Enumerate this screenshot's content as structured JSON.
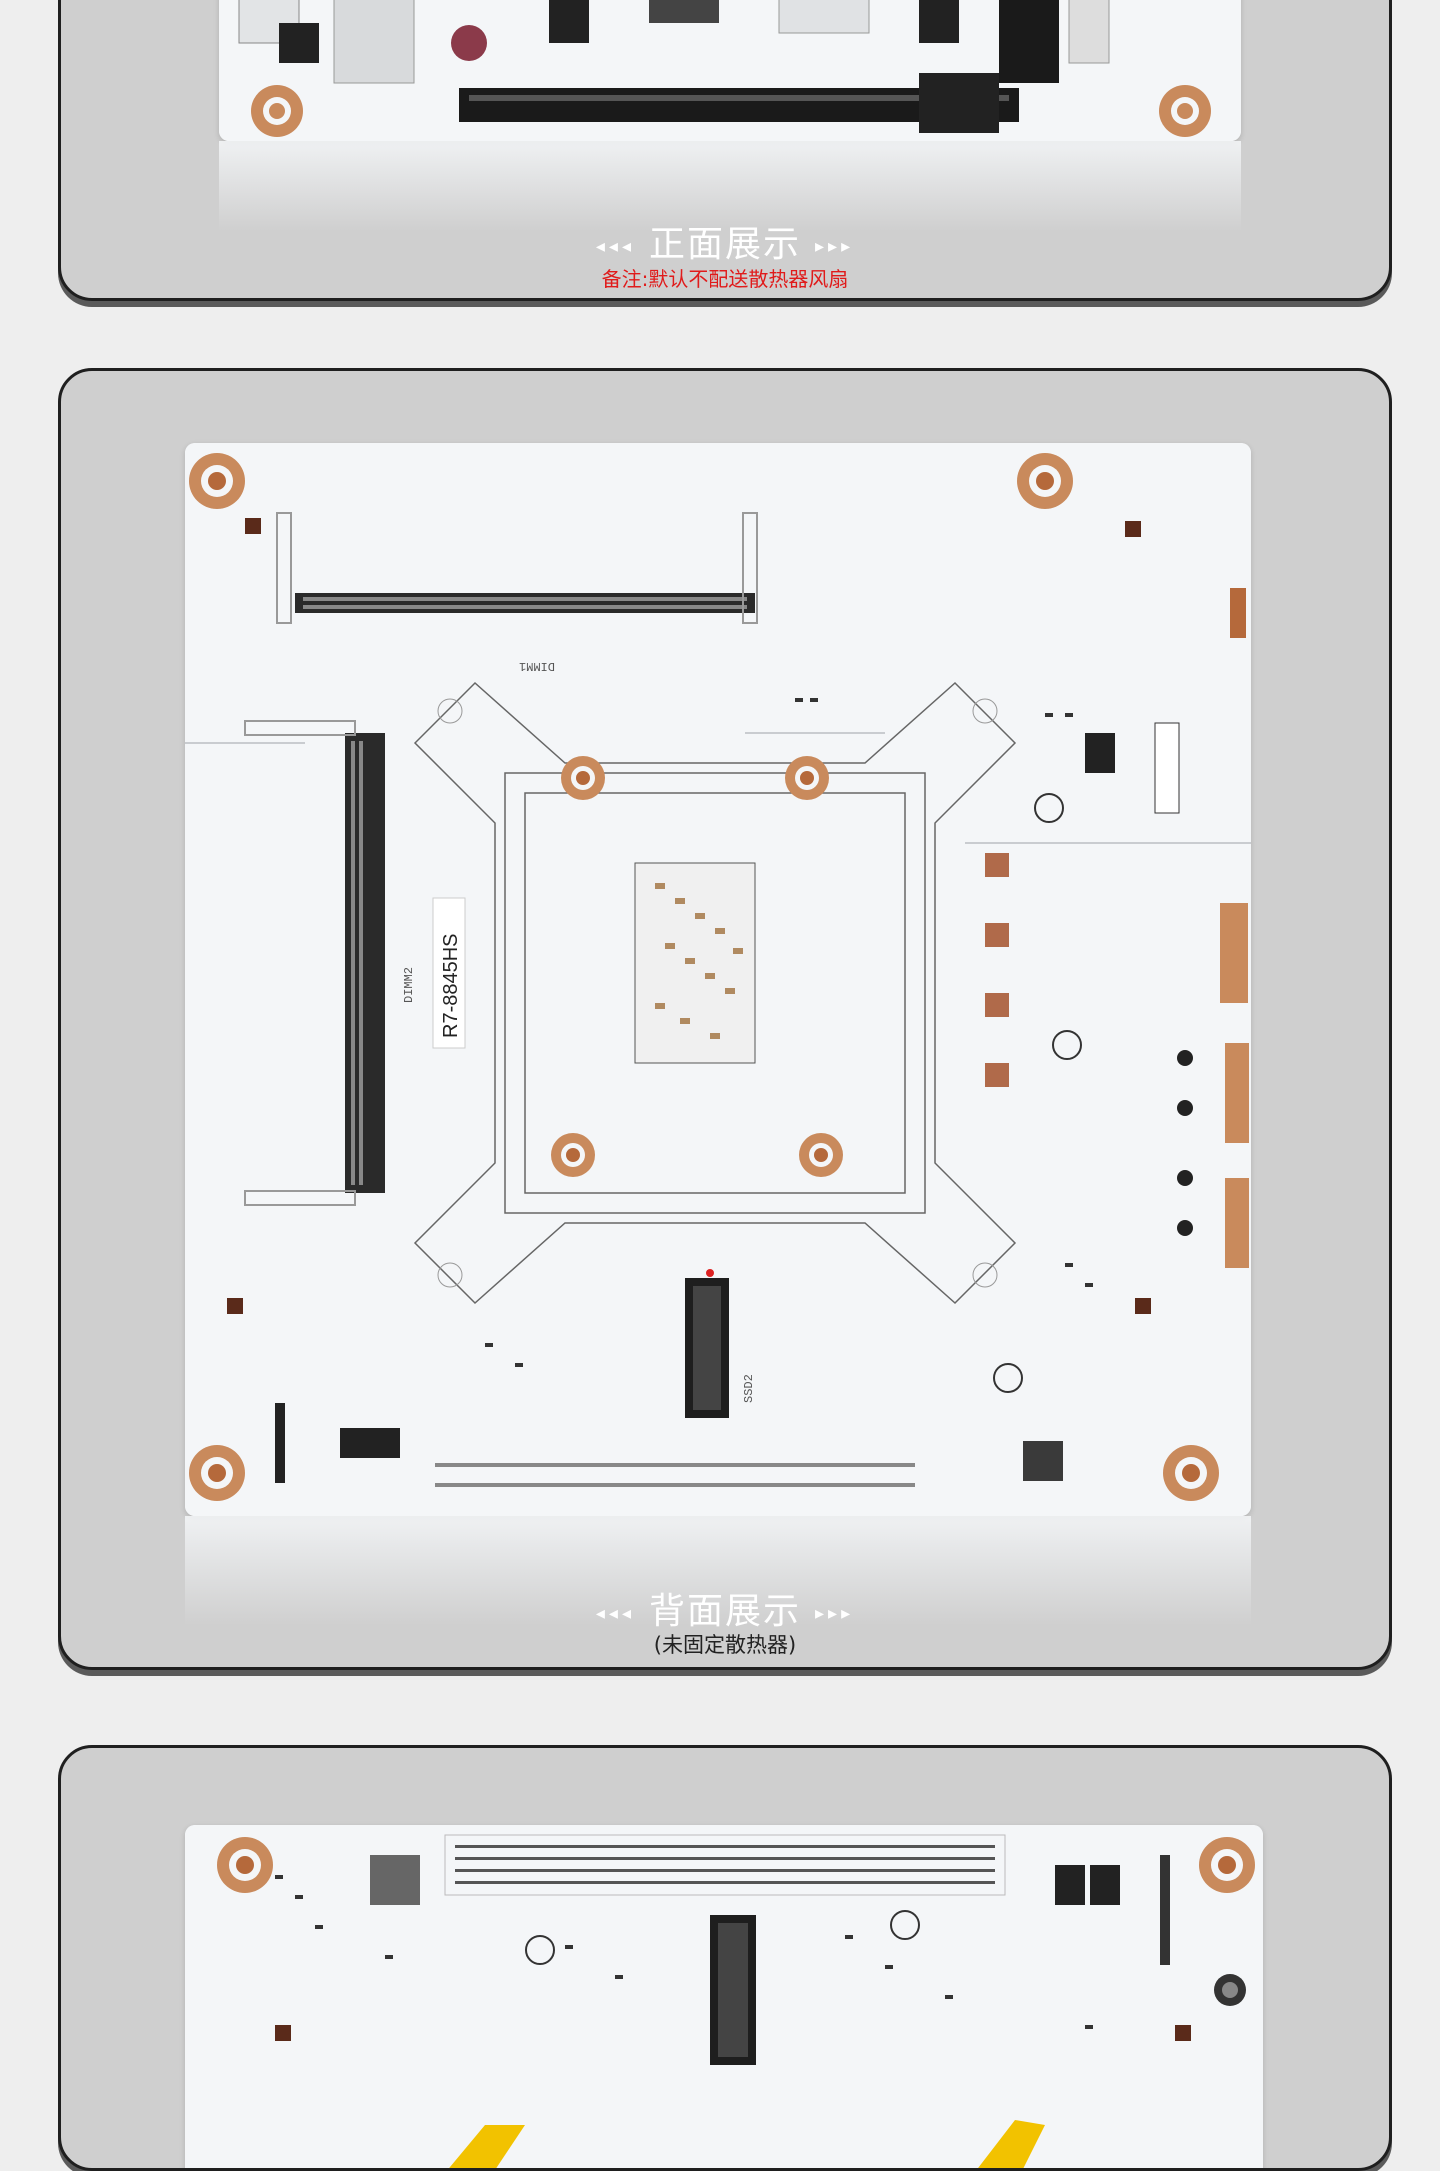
{
  "sections": [
    {
      "title": "正面展示",
      "note": "备注:默认不配送散热器风扇",
      "arrow_left": "◂◂◂",
      "arrow_right": "▸▸▸"
    },
    {
      "title": "背面展示",
      "note": "(未固定散热器)",
      "arrow_left": "◂◂◂",
      "arrow_right": "▸▸▸",
      "silkscreen": {
        "cpu_label": "R7-8845HS",
        "dimm1": "DIMM1",
        "dimm2": "DIMM2",
        "ssd2": "SSD2"
      }
    },
    {
      "title": "",
      "note": ""
    }
  ],
  "colors": {
    "panel_bg": "#cfcfcf",
    "panel_border": "#1f1f1f",
    "board": "#f4f6f8",
    "note_red": "#e01b1b",
    "copper": "#c98a5c",
    "connector_orange": "#b5693b",
    "heatsink_yellow": "#f2c200"
  }
}
